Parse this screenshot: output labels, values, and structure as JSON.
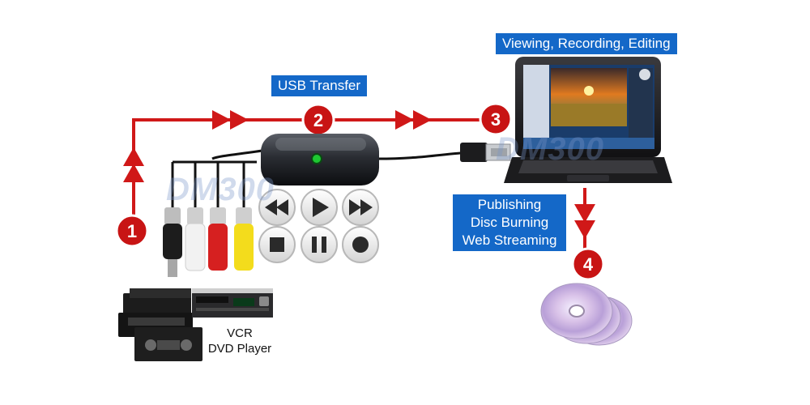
{
  "labels": {
    "usb_transfer": "USB Transfer",
    "viewing": "Viewing, Recording, Editing",
    "publishing": [
      "Publishing",
      "Disc Burning",
      "Web Streaming"
    ],
    "sources": [
      "VCR",
      "DVD Player"
    ]
  },
  "steps": [
    "1",
    "2",
    "3",
    "4"
  ],
  "watermark": "DM300",
  "colors": {
    "flow_red": "#d01818",
    "label_blue": "#1468c8",
    "connector_red": "#d62020",
    "connector_white": "#f2f2f2",
    "connector_yellow": "#f3dc1c"
  },
  "icons": [
    "rewind-icon",
    "play-icon",
    "fast-forward-icon",
    "stop-icon",
    "pause-icon",
    "record-icon"
  ]
}
